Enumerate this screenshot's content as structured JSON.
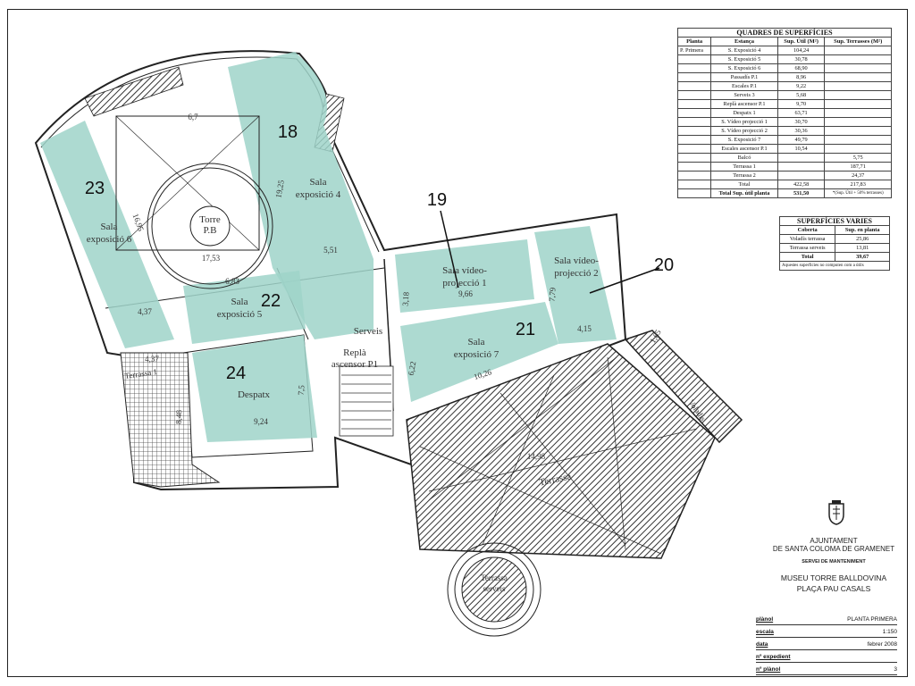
{
  "plan": {
    "rooms": [
      {
        "id": "r18",
        "number": "18",
        "name_lines": [
          "Sala",
          "exposició 4"
        ]
      },
      {
        "id": "r19",
        "number": "19",
        "name_lines": [
          "Sala vídeo-",
          "projecció 1"
        ]
      },
      {
        "id": "r20",
        "number": "20",
        "name_lines": [
          "Sala vídeo-",
          "projecció 2"
        ]
      },
      {
        "id": "r21",
        "number": "21",
        "name_lines": [
          "Sala",
          "exposició 7"
        ]
      },
      {
        "id": "r22",
        "number": "22",
        "name_lines": [
          "Sala",
          "exposició 5"
        ]
      },
      {
        "id": "r23",
        "number": "23",
        "name_lines": [
          "Sala",
          "exposició 6"
        ]
      },
      {
        "id": "r24",
        "number": "24",
        "name_lines": [
          "Despatx"
        ]
      }
    ],
    "labels": {
      "torre": [
        "Torre",
        "P.B"
      ],
      "serveis": "Serveis",
      "repla": [
        "Replà",
        "ascensor P1"
      ],
      "terrassa1": "Terrassa 1",
      "terrassa_main": "Terrassa",
      "terrassa_serveis": [
        "Terrassa",
        "serveis"
      ],
      "voladis": "Voladís"
    },
    "dimensions": [
      "6,7",
      "19,25",
      "16,95",
      "17,53",
      "6,83",
      "5,51",
      "4,37",
      "4,37",
      "3,18",
      "9,66",
      "7,79",
      "4,15",
      "6,22",
      "10,26",
      "7,5",
      "9,24",
      "8,48",
      "1,65",
      "14,98"
    ]
  },
  "surfaces": {
    "title": "QUADRES DE SUPERFÍCIES",
    "headers": [
      "Planta",
      "Estança",
      "Sup. Útil (M²)",
      "Sup. Terrasses (M²)"
    ],
    "planta": "P. Primera",
    "rows": [
      {
        "estanca": "S. Exposició 4",
        "util": "104,24",
        "terr": ""
      },
      {
        "estanca": "S. Exposició 5",
        "util": "30,78",
        "terr": ""
      },
      {
        "estanca": "S. Exposició 6",
        "util": "68,90",
        "terr": ""
      },
      {
        "estanca": "Passadís P.1",
        "util": "8,96",
        "terr": ""
      },
      {
        "estanca": "Escales P.1",
        "util": "9,22",
        "terr": ""
      },
      {
        "estanca": "Serveis 3",
        "util": "5,68",
        "terr": ""
      },
      {
        "estanca": "Replà ascensor P.1",
        "util": "9,70",
        "terr": ""
      },
      {
        "estanca": "Despatx 1",
        "util": "63,71",
        "terr": ""
      },
      {
        "estanca": "S. Vídeo projecció 1",
        "util": "30,70",
        "terr": ""
      },
      {
        "estanca": "S. Vídeo projecció 2",
        "util": "30,36",
        "terr": ""
      },
      {
        "estanca": "S. Exposició 7",
        "util": "49,79",
        "terr": ""
      },
      {
        "estanca": "Escales ascensor P.1",
        "util": "10,54",
        "terr": ""
      },
      {
        "estanca": "Balcó",
        "util": "",
        "terr": "5,75"
      },
      {
        "estanca": "Terrassa 1",
        "util": "",
        "terr": "187,71"
      },
      {
        "estanca": "Terrassa 2",
        "util": "",
        "terr": "24,37"
      },
      {
        "estanca": "Total",
        "util": "422,58",
        "terr": "217,83"
      }
    ],
    "total_label": "Total Sup. útil planta",
    "total_value": "531,50",
    "total_note": "*(Sup. Útil + 50% terrasses)"
  },
  "varies": {
    "title": "SUPERFÍCIES VARIES",
    "headers": [
      "Coberta",
      "Sup. en planta"
    ],
    "rows": [
      {
        "name": "Voladís terrassa",
        "value": "25,86"
      },
      {
        "name": "Terrassa serveis",
        "value": "13,81"
      }
    ],
    "total_label": "Total",
    "total_value": "39,67",
    "note": "Aquestes superfícies no computen com a útils"
  },
  "institution": {
    "line1": "AJUNTAMENT",
    "line2": "DE SANTA COLOMA DE GRAMENET",
    "dept": "SERVEI DE MANTENIMENT",
    "project1": "MUSEU TORRE BALLDOVINA",
    "project2": "PLAÇA PAU CASALS"
  },
  "title_block": [
    {
      "label": "plànol",
      "value": "PLANTA PRIMERA"
    },
    {
      "label": "escala",
      "value": "1:150"
    },
    {
      "label": "data",
      "value": "febrer 2008"
    },
    {
      "label": "nº expedient",
      "value": ""
    },
    {
      "label": "nº plànol",
      "value": "3"
    }
  ],
  "colors": {
    "room_fill": "#9fd4c9",
    "wall": "#222222",
    "hatch": "#555555"
  }
}
